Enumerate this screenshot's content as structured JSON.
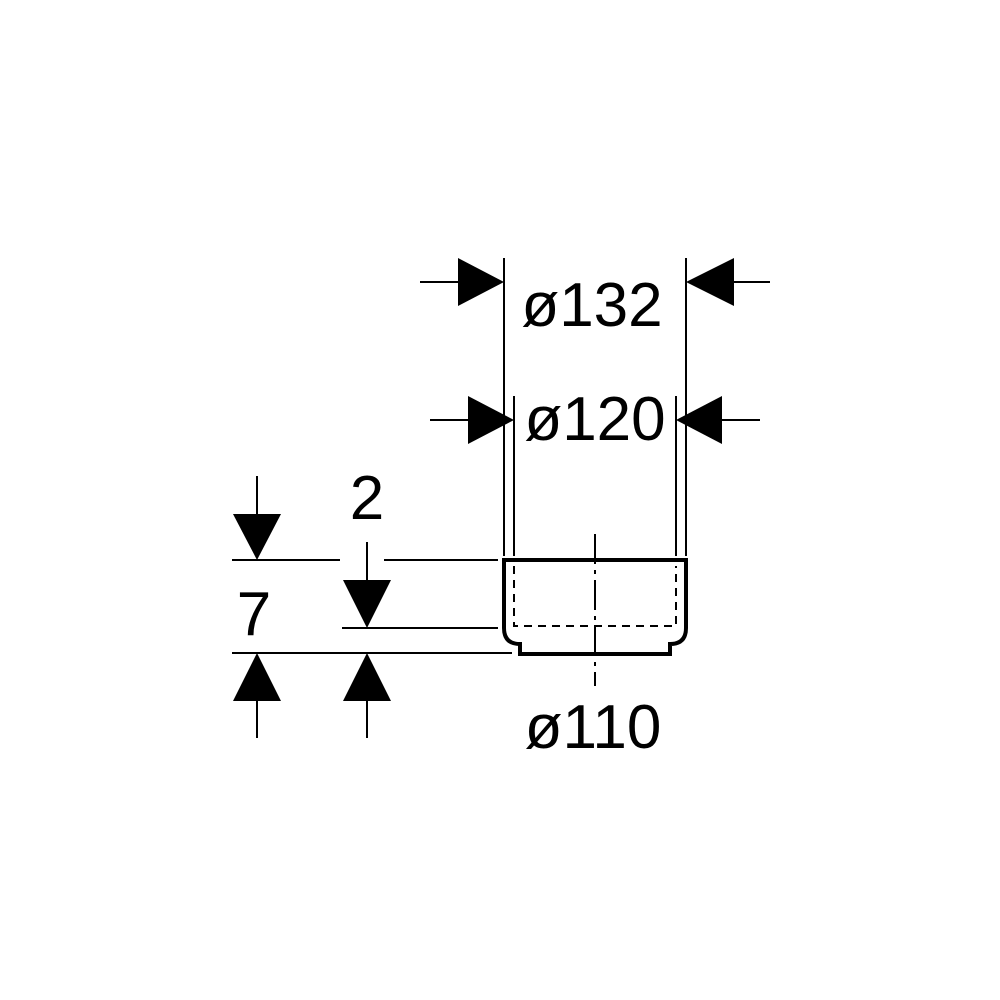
{
  "drawing": {
    "dimensions": {
      "outer_diameter": "ø132",
      "inner_diameter": "ø120",
      "pipe_diameter": "ø110",
      "total_height": "7",
      "lip_height": "2"
    }
  }
}
